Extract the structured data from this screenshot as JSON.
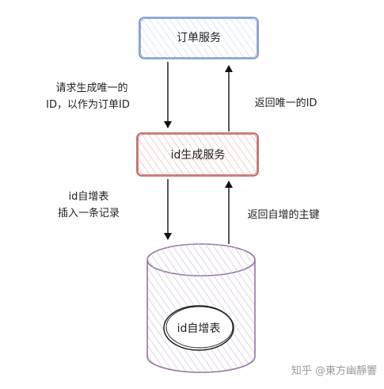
{
  "nodes": {
    "order_service": "订单服务",
    "id_service": "id生成服务",
    "database_label": "id自增表"
  },
  "edges": {
    "request_line1": "请求生成唯一的",
    "request_line2": "ID，以作为订单ID",
    "return_unique_id": "返回唯一的ID",
    "insert_line1": "id自增表",
    "insert_line2": "插入一条记录",
    "return_primary_key": "返回自增的主键"
  },
  "watermark": "知乎 @東方幽靜響",
  "colors": {
    "order_border": "#6c8ebf",
    "order_fill": "#dae8fc",
    "id_border": "#b85450",
    "id_fill": "#f8cecc",
    "db_border": "#9673a6",
    "db_fill": "#e1d5e7",
    "arrow": "#111111"
  }
}
